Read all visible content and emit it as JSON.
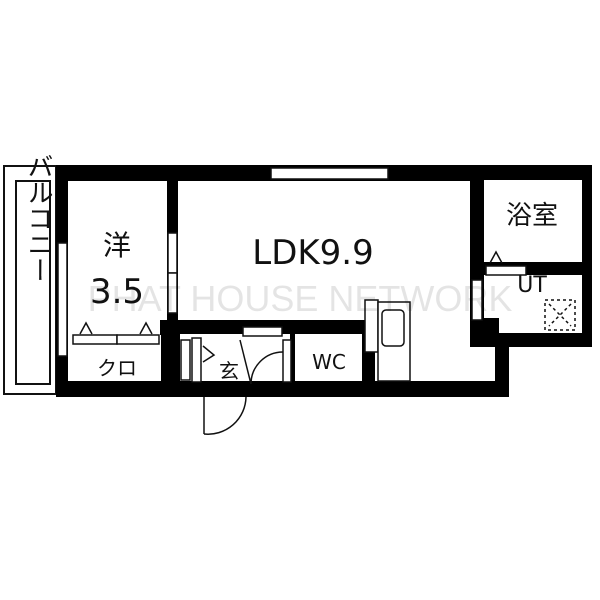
{
  "floor_plan": {
    "rooms": {
      "balcony": "バルコニー",
      "western_room": "洋",
      "western_room_size": "3.5",
      "closet": "クロ",
      "entrance": "玄",
      "toilet": "WC",
      "ldk": "LDK9.9",
      "bath": "浴室",
      "utility": "UT"
    },
    "watermark": "PHAT HOUSE NETWORK",
    "colors": {
      "wall": "#000000",
      "background": "#ffffff"
    }
  }
}
